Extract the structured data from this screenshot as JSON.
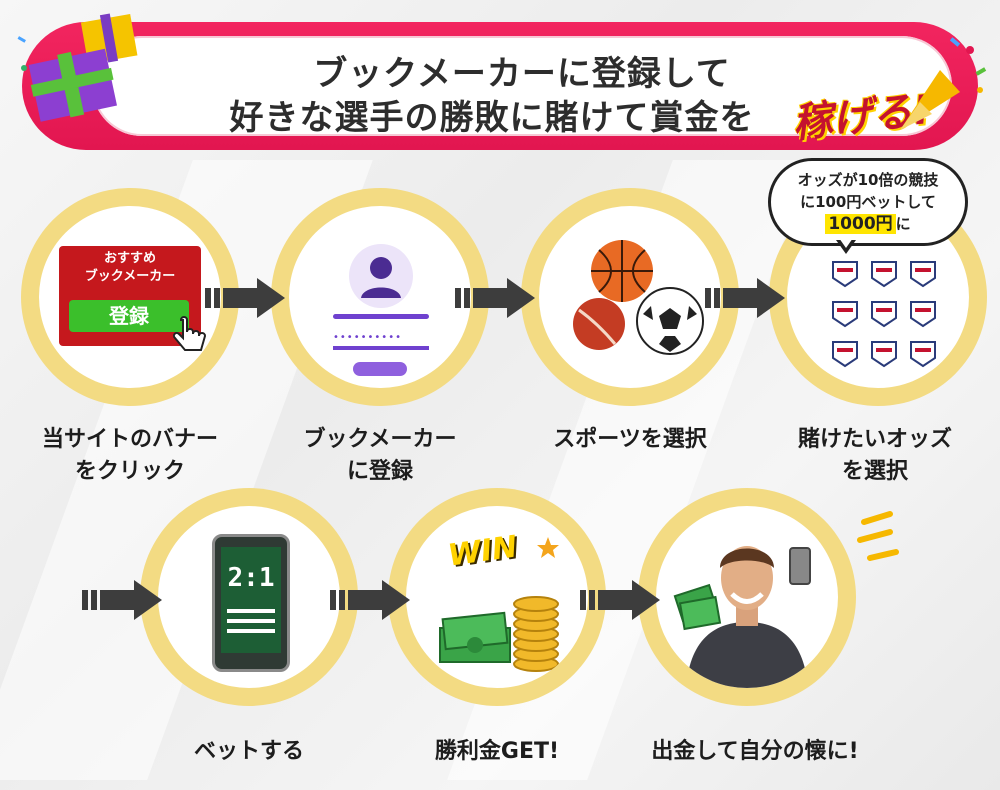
{
  "header": {
    "line1": "ブックメーカーに登録して",
    "line2": "好きな選手の勝敗に賭けて賞金を",
    "accent": "稼げる!"
  },
  "steps": [
    {
      "label": "当サイトのバナー\nをクリック",
      "line1": "当サイトのバナー",
      "line2": "をクリック"
    },
    {
      "label": "ブックメーカー\nに登録",
      "line1": "ブックメーカー",
      "line2": "に登録"
    },
    {
      "label": "スポーツを選択",
      "line1": "スポーツを選択",
      "line2": ""
    },
    {
      "label": "賭けたいオッズ\nを選択",
      "line1": "賭けたいオッズ",
      "line2": "を選択"
    },
    {
      "label": "ベットする",
      "line1": "ベットする",
      "line2": ""
    },
    {
      "label": "勝利金GET!",
      "line1": "勝利金GET!",
      "line2": ""
    },
    {
      "label": "出金して自分の懐に!",
      "line1": "出金して自分の懐に!",
      "line2": ""
    }
  ],
  "banner_card": {
    "title_line1": "おすすめ",
    "title_line2": "ブックメーカー",
    "button": "登録"
  },
  "callout": {
    "line1": "オッズが10倍の競技",
    "line2": "に100円ベットして",
    "highlight": "1000円",
    "suffix": "に"
  },
  "phone": {
    "odds": "2:1"
  },
  "win_text": "WIN",
  "colors": {
    "banner": "#e21650",
    "ring": "#f3db83",
    "arrow": "#3d3d3d",
    "register_button": "#3bbf2b",
    "card_red": "#c5181d",
    "accent_text": "#c4122f"
  },
  "icons": [
    "gift-icon",
    "party-popper-icon",
    "user-icon",
    "basketball-icon",
    "cricket-ball-icon",
    "soccer-ball-icon",
    "team-badge-icon",
    "smartphone-icon",
    "money-icon",
    "coin-stack-icon",
    "person-icon"
  ]
}
